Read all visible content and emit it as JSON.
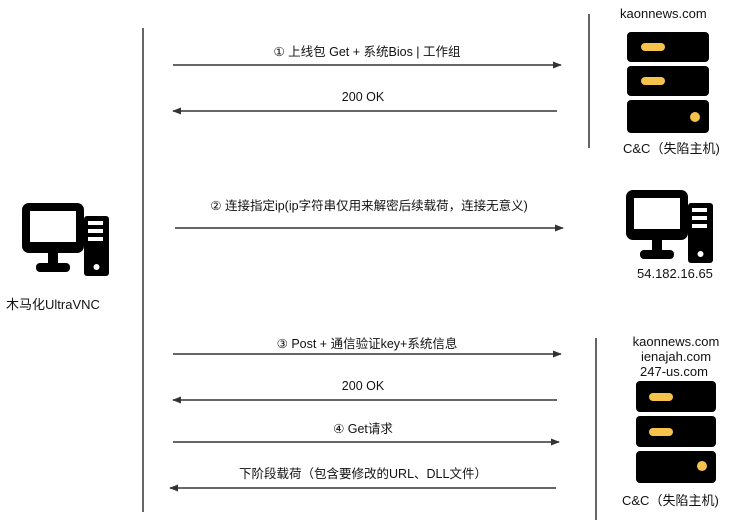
{
  "left_node": {
    "icon": "desktop-computer-icon",
    "label": "木马化UltraVNC"
  },
  "top_server": {
    "icon": "server-icon",
    "domain": "kaonnews.com",
    "label": "C&C（失陷主机)"
  },
  "middle_host": {
    "icon": "desktop-computer-icon",
    "ip": "54.182.16.65"
  },
  "bottom_server": {
    "icon": "server-icon",
    "domains": [
      "kaonnews.com",
      "ienajah.com",
      "247-us.com"
    ],
    "label": "C&C（失陷主机)"
  },
  "messages": [
    {
      "text": "① 上线包 Get + 系统Bios | 工作组",
      "direction": "right"
    },
    {
      "text": "200 OK",
      "direction": "left"
    },
    {
      "text": "② 连接指定ip(ip字符串仅用来解密后续载荷，连接无意义)",
      "direction": "right"
    },
    {
      "text": "③ Post + 通信验证key+系统信息",
      "direction": "right"
    },
    {
      "text": "200 OK",
      "direction": "left"
    },
    {
      "text": "④ Get请求",
      "direction": "right"
    },
    {
      "text": "下阶段载荷（包含要修改的URL、DLL文件）",
      "direction": "left"
    }
  ],
  "colors": {
    "icon_fill": "#000000",
    "server_accent": "#f5c24c",
    "line": "#333333"
  }
}
